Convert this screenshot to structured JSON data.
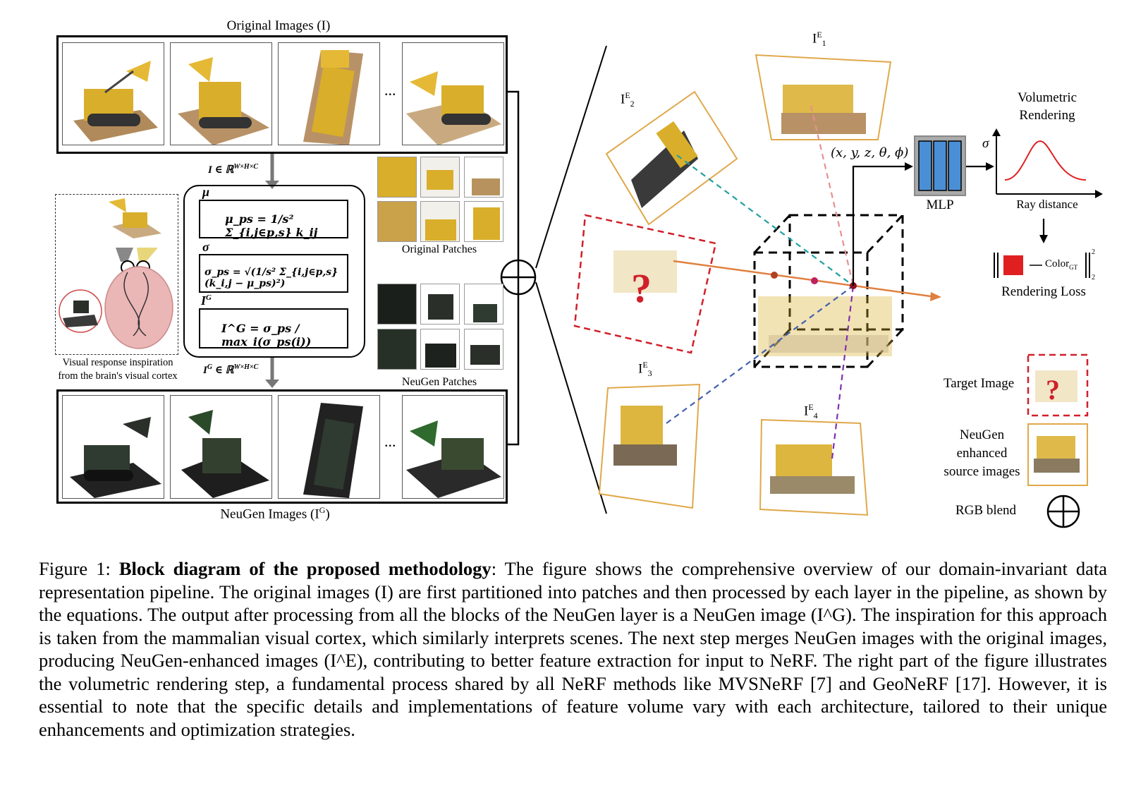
{
  "figure": {
    "original_images_label": "Original Images (I)",
    "neugen_images_label": "NeuGen Images (I",
    "neugen_images_label_sup": "G",
    "neugen_images_label_end": ")",
    "ellipsis": "...",
    "input_space_label": "I ∈ ℝ",
    "input_space_sup": "W×H×C",
    "output_space_label": "I",
    "output_space_sup_g": "G",
    "output_space_rest": "∈ ℝ",
    "output_space_sup": "W×H×C",
    "brain_caption_line1": "Visual response inspiration",
    "brain_caption_line2": "from the brain's visual cortex",
    "mu_head": "μ",
    "sigma_head": "σ",
    "ig_head": "I",
    "ig_head_sup": "G",
    "eq_mu": "μ_ps = 1/s² Σ_{i,j∈p,s} k_ij",
    "eq_sigma": "σ_ps = √(1/s² Σ_{i,j∈p,s} (k_i,j − μ_ps)²)",
    "eq_ig": "I^G = σ_ps / max_i(σ_ps(i))",
    "original_patches_label": "Original Patches",
    "neugen_patches_label": "NeuGen Patches",
    "view_labels": [
      "I",
      "I",
      "I",
      "I"
    ],
    "view_sup": [
      "E",
      "E",
      "E",
      "E"
    ],
    "view_sub": [
      "1",
      "2",
      "3",
      "4"
    ],
    "mlp_input": "(x, y, z, θ, ϕ)",
    "mlp_label": "MLP",
    "volumetric_line1": "Volumetric",
    "volumetric_line2": "Rendering",
    "sigma_axis": "σ",
    "ray_distance": "Ray distance",
    "loss_color_gt": "Color",
    "loss_color_gt_sub": "GT",
    "loss_sup": "2",
    "loss_sub": "2",
    "rendering_loss": "Rendering Loss",
    "legend_target": "Target Image",
    "legend_neugen_line1": "NeuGen",
    "legend_neugen_line2": "enhanced",
    "legend_neugen_line3": "source images",
    "legend_rgb_blend": "RGB blend",
    "question_mark": "?"
  },
  "caption": {
    "prefix": "Figure 1: ",
    "title": "Block diagram of the proposed methodology",
    "body": ": The figure shows the comprehensive overview of our domain-invariant data representation pipeline. The original images (I) are first partitioned into patches and then processed by each layer in the pipeline, as shown by the equations. The output after processing from all the blocks of the NeuGen layer is a NeuGen image (I^G). The inspiration for this approach is taken from the mammalian visual cortex, which similarly interprets scenes. The next step merges NeuGen images with the original images, producing NeuGen-enhanced images (I^E), contributing to better feature extraction for input to NeRF. The right part of the figure illustrates the volumetric rendering step, a fundamental process shared by all NeRF methods like MVSNeRF [7] and GeoNeRF [17]. However, it is essential to note that the specific details and implementations of feature volume vary with each architecture, tailored to their unique enhancements and optimization strategies."
  },
  "colors": {
    "bulldozer_yellow": "#e0b42a",
    "neugen_dark": "#2a2f2a",
    "target_red": "#d0202a",
    "frame_orange": "#e0a84a",
    "mlp_blue": "#4a8fd6",
    "curve_red": "#e02020"
  }
}
